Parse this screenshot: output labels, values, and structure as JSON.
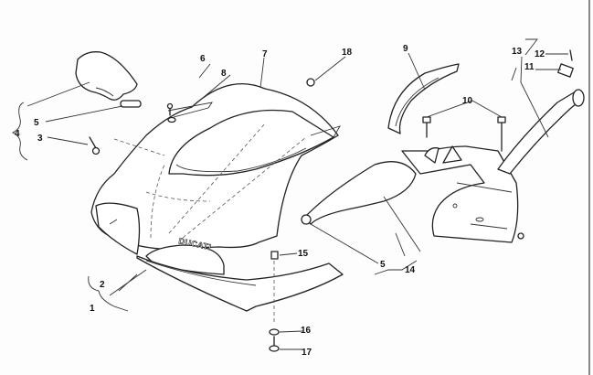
{
  "diagram": {
    "brand_logo": "DUCATI",
    "callouts": [
      {
        "id": "c1",
        "text": "1"
      },
      {
        "id": "c2",
        "text": "2"
      },
      {
        "id": "c3",
        "text": "3"
      },
      {
        "id": "c4",
        "text": "4"
      },
      {
        "id": "c5a",
        "text": "5"
      },
      {
        "id": "c6",
        "text": "6"
      },
      {
        "id": "c7",
        "text": "7"
      },
      {
        "id": "c8",
        "text": "8"
      },
      {
        "id": "c9",
        "text": "9"
      },
      {
        "id": "c10",
        "text": "10"
      },
      {
        "id": "c11",
        "text": "11"
      },
      {
        "id": "c12",
        "text": "12"
      },
      {
        "id": "c13",
        "text": "13"
      },
      {
        "id": "c14",
        "text": "14"
      },
      {
        "id": "c15",
        "text": "15"
      },
      {
        "id": "c16",
        "text": "16"
      },
      {
        "id": "c17",
        "text": "17"
      },
      {
        "id": "c18",
        "text": "18"
      },
      {
        "id": "c5b",
        "text": "5"
      }
    ]
  }
}
